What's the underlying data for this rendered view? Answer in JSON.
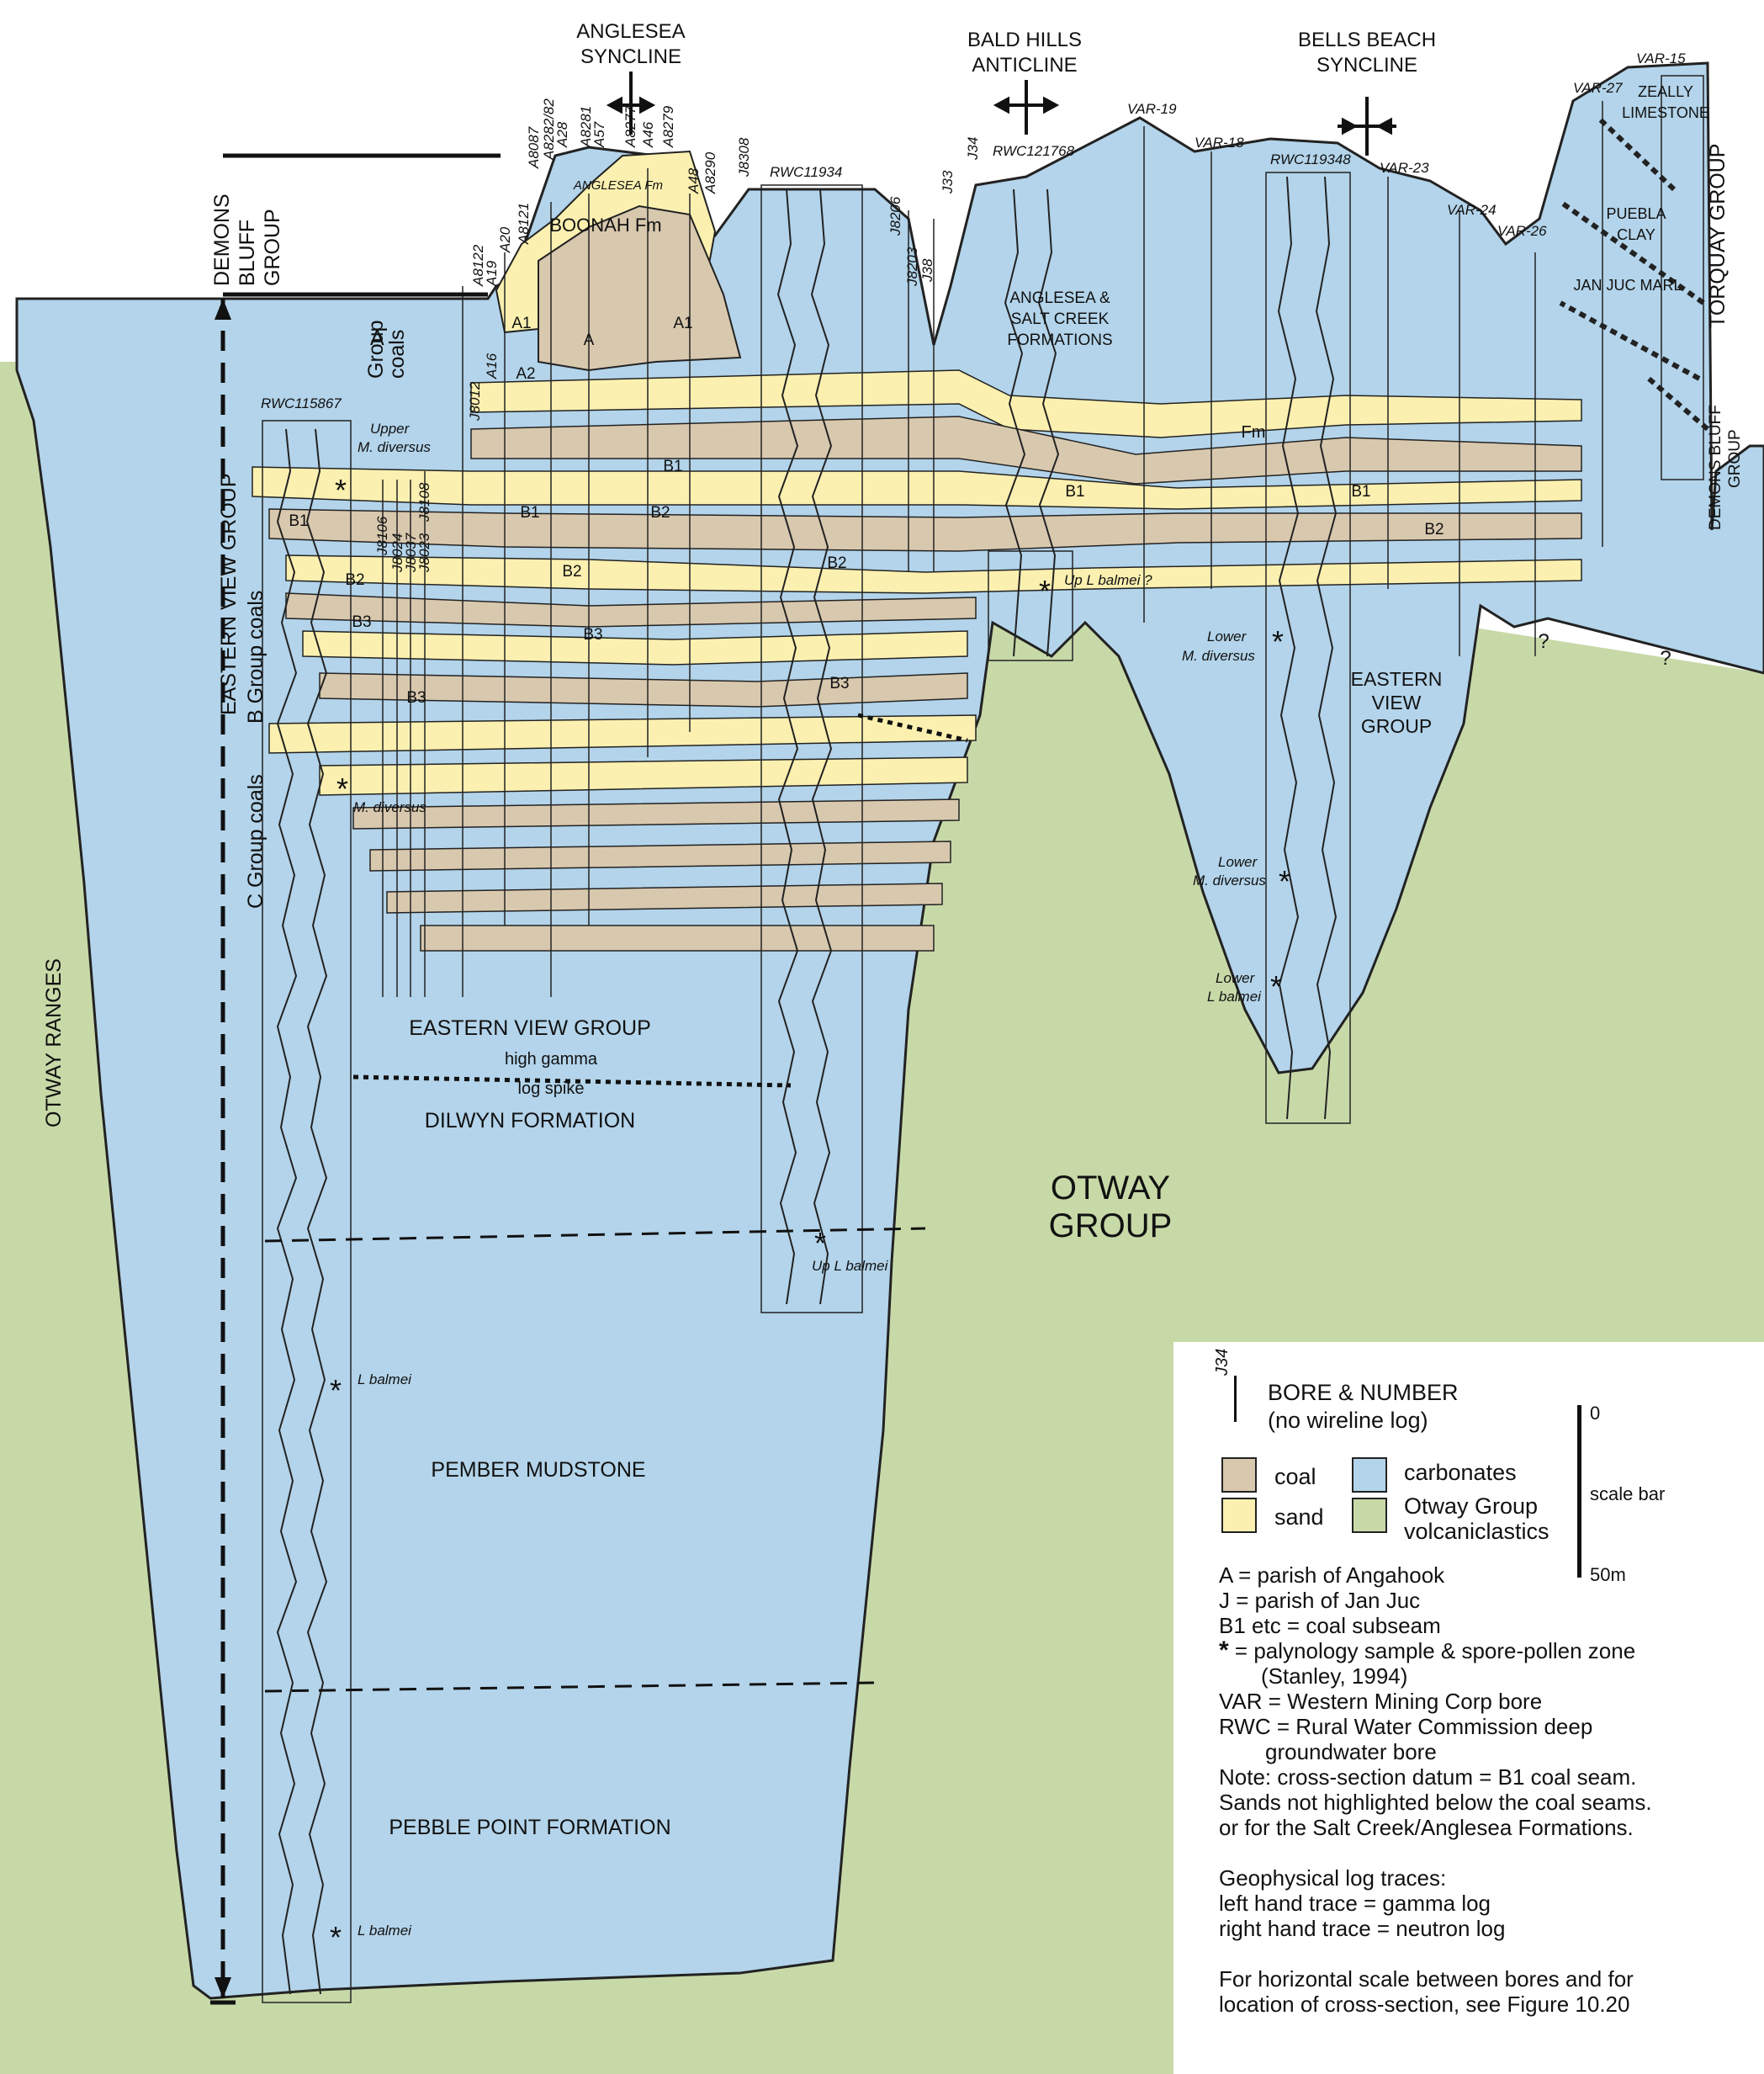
{
  "structures": {
    "anglesea_syncline": [
      "ANGLESEA",
      "SYNCLINE"
    ],
    "bald_hills_anticline": [
      "BALD HILLS",
      "ANTICLINE"
    ],
    "bells_beach_syncline": [
      "BELLS BEACH",
      "SYNCLINE"
    ]
  },
  "groups": {
    "demons_bluff_left": [
      "DEMONS",
      "BLUFF",
      "GROUP"
    ],
    "demons_bluff_right": [
      "DEMONS BLUFF",
      "GROUP"
    ],
    "torquay": "TORQUAY GROUP",
    "eastern_view_vertical": "EASTERN VIEW GROUP",
    "b_group_coals": "B Group coals",
    "c_group_coals": "C Group coals",
    "a_group_coals": [
      "A",
      "Group",
      "coals"
    ],
    "otway_ranges": "OTWAY RANGES",
    "otway_group": [
      "OTWAY",
      "GROUP"
    ],
    "eastern_view_right": [
      "EASTERN",
      "VIEW",
      "GROUP"
    ],
    "anglesea_salt_creek": [
      "ANGLESEA &",
      "SALT CREEK",
      "FORMATIONS"
    ]
  },
  "formations": {
    "eastern_view": "EASTERN VIEW GROUP",
    "high_gamma": "high gamma",
    "log_spike": "log spike",
    "dilwyn": "DILWYN FORMATION",
    "pember": "PEMBER MUDSTONE",
    "pebble_point": "PEBBLE POINT FORMATION",
    "boonah": "BOONAH Fm",
    "anglesea_fm": "ANGLESEA Fm",
    "fm": "Fm",
    "zeally": [
      "ZEALLY",
      "LIMESTONE"
    ],
    "puebla": [
      "PUEBLA",
      "CLAY"
    ],
    "jan_juc": "JAN JUC MARL",
    "q1": "?",
    "q2": "?"
  },
  "bores": [
    "RWC115867",
    "J8012",
    "A16",
    "J8106",
    "J8024",
    "J8037",
    "J8023",
    "J8108",
    "A8122",
    "A19",
    "A20",
    "A8121",
    "A8087",
    "A28",
    "A8282/82",
    "A57",
    "A8281",
    "A8277",
    "A46",
    "A8279",
    "A48",
    "A8290",
    "J8308",
    "RWC11934",
    "J8206",
    "J8203",
    "J38",
    "J33",
    "J34",
    "RWC121768",
    "VAR-19",
    "VAR-18",
    "RWC119348",
    "VAR-23",
    "VAR-24",
    "VAR-26",
    "VAR-27",
    "VAR-15"
  ],
  "seams": [
    "A1",
    "A",
    "A1",
    "A2",
    "B1",
    "B2",
    "B3",
    "B1",
    "B2",
    "B3",
    "B1",
    "B2",
    "B3",
    "B1",
    "B1",
    "B2",
    "B3",
    "B2"
  ],
  "zones": {
    "upper_m_diversus": [
      "Upper",
      "M. diversus"
    ],
    "m_diversus": "M. diversus",
    "l_balmei_1": "L balmei",
    "l_balmei_2": "L balmei",
    "up_l_balmei_1": "Up L balmei",
    "up_l_balmei_2": "Up L balmei ?",
    "lower_m_diversus_1": [
      "Lower",
      "M. diversus"
    ],
    "lower_m_diversus_2": [
      "Lower",
      "M. diversus"
    ],
    "lower_l_balmei": [
      "Lower",
      "L balmei"
    ]
  },
  "legend": {
    "bore_example": "J34",
    "bore_label": [
      "BORE & NUMBER",
      "(no wireline log)"
    ],
    "coal": "coal",
    "sand": "sand",
    "carbonates": "carbonates",
    "otway": [
      "Otway Group",
      "volcaniclastics"
    ],
    "scale_top": "0",
    "scale_mid": "scale bar",
    "scale_bottom": "50m",
    "notes": [
      "A = parish of Angahook",
      "J = parish of Jan Juc",
      "B1 etc = coal subseam",
      "= palynology sample & spore-pollen zone",
      "(Stanley, 1994)",
      "VAR = Western Mining Corp bore",
      "RWC = Rural Water Commission deep",
      "groundwater bore",
      "Note: cross-section datum = B1 coal seam.",
      "Sands not highlighted below the coal seams.",
      "or for the Salt Creek/Anglesea Formations.",
      "",
      "Geophysical log traces:",
      "left hand trace = gamma log",
      "right hand trace = neutron log",
      "",
      "For horizontal scale between bores and for",
      "location of cross-section, see Figure 10.20"
    ]
  },
  "colors": {
    "carbonates": "#b3d4ea",
    "coal": "#d8c8ae",
    "sand": "#fbf0b0",
    "otway": "#c8d9a8",
    "line": "#222222"
  }
}
